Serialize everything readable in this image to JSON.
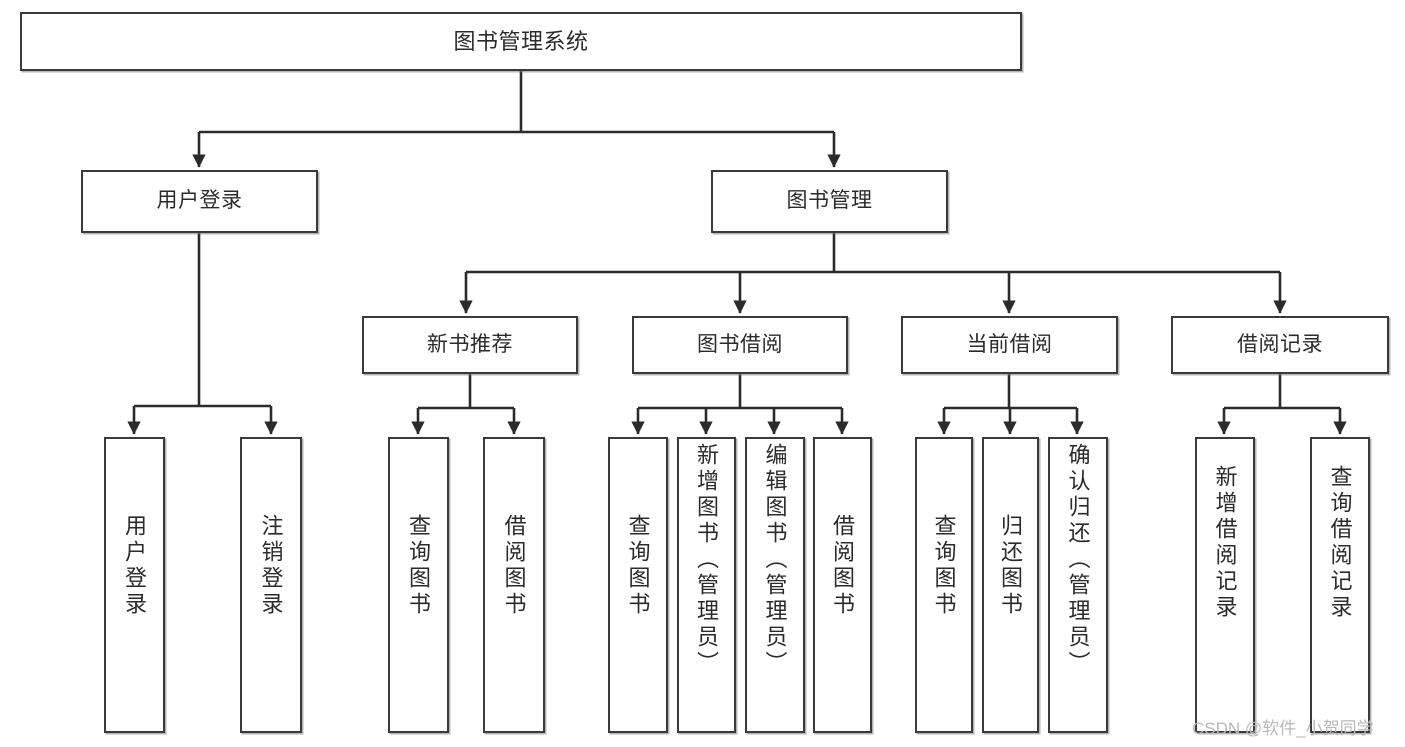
{
  "diagram": {
    "title": "图书管理系统",
    "type": "tree",
    "style": {
      "box_stroke": "#3a3a3a",
      "box_fill": "#ffffff",
      "edge_color": "#2b2b2b",
      "text_color": "#2b2b2b",
      "watermark_color": "#b9b9b9",
      "background": "#ffffff"
    },
    "watermark": "CSDN @软件_小贺同学",
    "nodes": {
      "root": {
        "label": "图书管理系统"
      },
      "tier1": [
        {
          "label": "用户登录"
        },
        {
          "label": "图书管理"
        }
      ],
      "tier2": [
        {
          "label": "新书推荐"
        },
        {
          "label": "图书借阅"
        },
        {
          "label": "当前借阅"
        },
        {
          "label": "借阅记录"
        }
      ],
      "leaves": {
        "user_login": [
          {
            "label": "用户登录"
          },
          {
            "label": "注销登录"
          }
        ],
        "new_book": [
          {
            "label": "查询图书"
          },
          {
            "label": "借阅图书"
          }
        ],
        "book_borrow": [
          {
            "label": "查询图书"
          },
          {
            "label": "新增图书（管理员）"
          },
          {
            "label": "编辑图书（管理员）"
          },
          {
            "label": "借阅图书"
          }
        ],
        "current_borrow": [
          {
            "label": "查询图书"
          },
          {
            "label": "归还图书"
          },
          {
            "label": "确认归还（管理员）"
          }
        ],
        "borrow_record": [
          {
            "label": "新增借阅记录"
          },
          {
            "label": "查询借阅记录"
          }
        ]
      }
    }
  }
}
